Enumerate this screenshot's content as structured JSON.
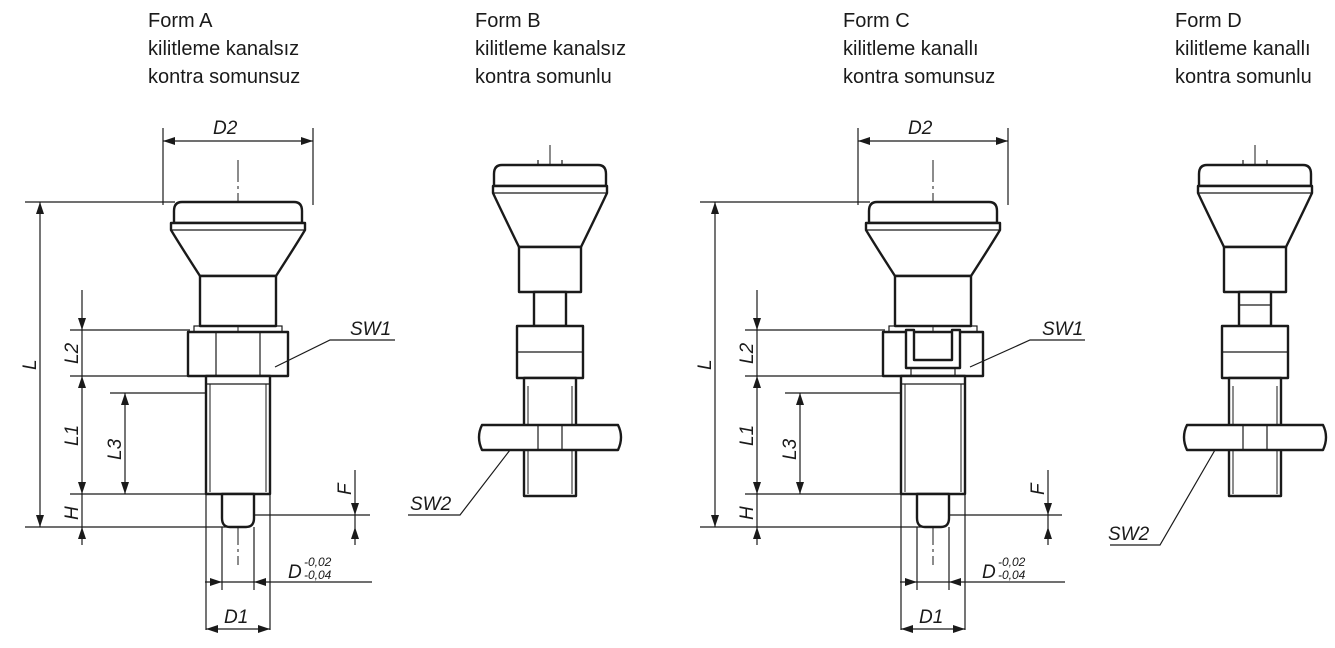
{
  "forms": [
    {
      "name": "Form A",
      "line1": "kilitleme kanalsız",
      "line2": "kontra somunsuz"
    },
    {
      "name": "Form B",
      "line1": "kilitleme kanalsız",
      "line2": "kontra somunlu"
    },
    {
      "name": "Form C",
      "line1": "kilitleme kanallı",
      "line2": "kontra somunsuz"
    },
    {
      "name": "Form D",
      "line1": "kilitleme kanallı",
      "line2": "kontra somunlu"
    }
  ],
  "dimensions": {
    "D2": "D2",
    "D1": "D1",
    "D": "D",
    "D_tol_upper": "-0,02",
    "D_tol_lower": "-0,04",
    "L": "L",
    "L1": "L1",
    "L2": "L2",
    "L3": "L3",
    "H": "H",
    "F": "F",
    "SW1": "SW1",
    "SW2": "SW2"
  },
  "colors": {
    "line": "#1a1a1a",
    "background": "#ffffff"
  }
}
